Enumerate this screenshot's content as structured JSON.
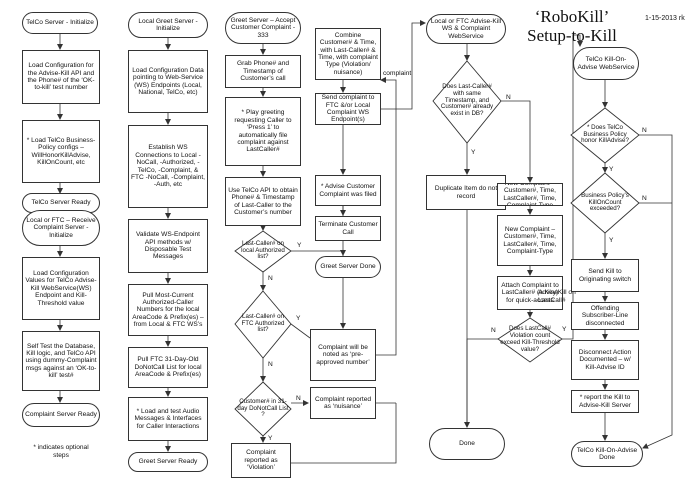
{
  "header": {
    "title_line1": "‘RoboKill’",
    "title_line2": "Setup-to-Kill",
    "date": "1-15-2013 rk"
  },
  "col1": {
    "start": "TelCo Server - Initialize",
    "load_config": "Load Configuration for the Advise-Kill API and the Phone# of the ‘OK-to-kill’ test number",
    "load_telco": "* Load TelCo Business-Policy configs – WillHonorKillAdvise, KillOnCount, etc",
    "ready": "TelCo Server Ready"
  },
  "col1b": {
    "start": "Local or FTC – Receive Complaint Server - Initialize",
    "load_config": "Load Configuration Values for TelCo Advise-Kill WebService(WS) Endpoint and Kill-Threshold value",
    "self_test": "Self Test the Database, Kill logic, and TelCo API using dummy-Complaint msgs against an ‘OK-to-kill’ test#",
    "ready": "Complaint Server Ready",
    "note": "* indicates optional steps"
  },
  "col2": {
    "start": "Local Greet Server - Initialize",
    "load_config": "Load Configuration Data pointing to Web-Service (WS) Endpoints (Local, National, TelCo, etc)",
    "establish": "Establish WS Connections to Local -NoCall, -Authorized, -TelCo, -Complaint, & FTC -NoCall, -Complaint, -Auth, etc",
    "validate": "Validate WS-Endpoint API methods w/ Disposable Test Messages",
    "pull_current": "Pull Most-Current Authorized-Caller Numbers for the local AreaCode & Prefix(es) – from Local & FTC WS’s",
    "pull_ftc": "Pull FTC 31-Day-Old DoNotCall List for local AreaCode & Prefix(es)",
    "load_audio": "* Load and test Audio Messages & Interfaces for Caller Interactions",
    "ready": "Greet Server Ready"
  },
  "col3": {
    "start": "Greet Server – Accept Customer Complaint - 333",
    "grab": "Grab Phone# and Timestamp of Customer’s call",
    "play": "* Play greeting requesting Caller to ‘Press 1’ to automatically file complaint against LastCaller#",
    "use_api": "Use TelCo API to obtain Phone# & Timestamp of Last-Caller to the Customer’s number",
    "d_local": "Last-Caller# on local Authorized list?",
    "d_ftc": "Last-Caller# on FTC Authorized list?",
    "d_donotcall": "Customer# in 31-day DoNotCall List ?",
    "violation": "Complaint reported as ‘Violation’",
    "preapproved": "Complaint will be noted as ‘pre-approved number’",
    "nuisance": "Complaint reported as ‘nuisance’",
    "y": "Y",
    "n": "N"
  },
  "col4": {
    "combine": "Combine Customer# & Time, with Last-Caller# & Time, with complaint Type (Violation/ nuisance)",
    "send": "Send complaint to FTC &/or Local Complaint WS Endpoint(s)",
    "advise": "* Advise Customer Complaint was filed",
    "terminate": "Terminate Customer Call",
    "done": "Greet Server Done",
    "complaint_label": "complaint"
  },
  "col5": {
    "start": "Local or FTC Advise-Kill WS & Complaint WebService",
    "d_exists": "Does Last-Caller# with same Timestamp, and Customer# already exist in DB?",
    "duplicate": "Duplicate Item do not record",
    "new_complaint": "New Complaint – Customer#, Time, LastCaller#, Time, Complaint-Type",
    "attach": "Attach Complaint to LastCaller# (a Key) for quick-access",
    "d_threshold": "Does LastCall# Violation count exceed Kill-Threshold value?",
    "done": "Done",
    "advisekill_label": "AdviseKill on LastCall#",
    "y": "Y",
    "n": "N"
  },
  "col6": {
    "start": "TelCo Kill-On-Advise WebService",
    "d_honor": "* Does TelCo Business Policy honor KillAdvise?",
    "d_count": "Business Policy’s KillOnCount exceeded?",
    "send_kill": "Send Kill to Originating switch",
    "offending": "Offending Subscriber-Line disconnected",
    "disconnect": "Disconnect Action Documented – w/ Kill-Advise ID",
    "report": "* report the Kill to Advise-Kill Server",
    "done": "TelCo Kill-On-Advise Done",
    "y": "Y",
    "n": "N"
  }
}
